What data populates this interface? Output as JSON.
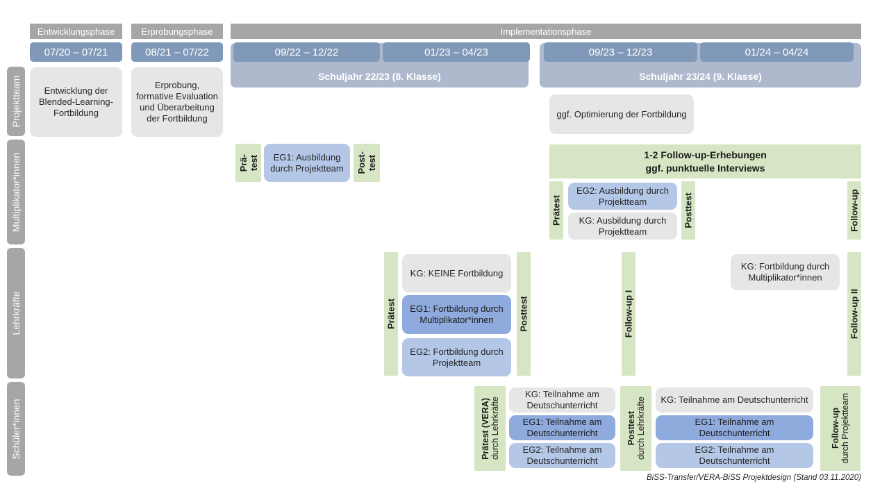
{
  "title": "BiSS-Transfer/VERA-BiSS Projektdesign",
  "colors": {
    "phase_gray": "#a6a6a6",
    "date_blue": "#8099b8",
    "year_band": "#aeb9ce",
    "box_gray": "#e7e6e6",
    "box_light_blue": "#b4c7e7",
    "box_dark_blue": "#8faadc",
    "test_green": "#d6e5c3"
  },
  "phases": [
    {
      "label": "Entwicklungsphase"
    },
    {
      "label": "Erprobungsphase"
    },
    {
      "label": "Implementationsphase"
    }
  ],
  "periods": [
    {
      "label": "07/20 – 07/21"
    },
    {
      "label": "08/21 – 07/22"
    },
    {
      "label": "09/22 – 12/22"
    },
    {
      "label": "01/23 – 04/23"
    },
    {
      "label": "09/23 – 12/23"
    },
    {
      "label": "01/24 – 04/24"
    }
  ],
  "school_years": [
    {
      "label": "Schuljahr 22/23 (8. Klasse)"
    },
    {
      "label": "Schuljahr 23/24 (9. Klasse)"
    }
  ],
  "roles": [
    {
      "label": "Projektteam"
    },
    {
      "label": "Multiplikator*innen"
    },
    {
      "label": "Lehrkräfte"
    },
    {
      "label": "Schüler*innen"
    }
  ],
  "projektteam": {
    "entwicklung": "Entwicklung der Blended-Learning-Fortbildung",
    "erprobung": "Erprobung, formative Evaluation und Überarbeitung der Fortbildung",
    "optimierung": "ggf. Optimierung der Fortbildung"
  },
  "multiplikatoren": {
    "praetest_line1": "Prä-",
    "praetest_line2": "test",
    "posttest_line1": "Post-",
    "posttest_line2": "test",
    "eg1": "EG1: Ausbildung durch Projektteam",
    "followup_banner_line1": "1-2 Follow-up-Erhebungen",
    "followup_banner_line2": "ggf. punktuelle Interviews",
    "praetest2": "Prätest",
    "posttest2": "Posttest",
    "followup": "Follow-up",
    "eg2": "EG2: Ausbildung durch Projektteam",
    "kg": "KG: Ausbildung durch Projektteam"
  },
  "lehrkraefte": {
    "praetest": "Prätest",
    "posttest": "Posttest",
    "followup1": "Follow-up I",
    "followup2": "Follow-up II",
    "kg_keine": "KG:  KEINE Fortbildung",
    "eg1": "EG1: Fortbildung durch Multiplikator*innen",
    "eg2": "EG2: Fortbildung durch Projektteam",
    "kg_mult": "KG: Fortbildung durch Multiplikator*innen"
  },
  "schueler": {
    "praetest_bold": "Prätest (VERA)",
    "praetest_reg": "durch Lehrkräfte",
    "posttest_bold": "Posttest",
    "posttest_reg": "durch Lehrkräfte",
    "followup_bold": "Follow-up",
    "followup_reg": "durch Projektteam",
    "kg_left": "KG: Teilnahme am Deutschunterricht",
    "eg1_left": "EG1: Teilnahme am Deutschunterricht",
    "eg2_left": "EG2: Teilnahme am Deutschunterricht",
    "kg_right": "KG: Teilnahme am Deutschunterricht",
    "eg1_right": "EG1: Teilnahme am Deutschunterricht",
    "eg2_right": "EG2: Teilnahme am Deutschunterricht"
  },
  "footer": "BiSS-Transfer/VERA-BiSS Projektdesign (Stand 03.11.2020)"
}
